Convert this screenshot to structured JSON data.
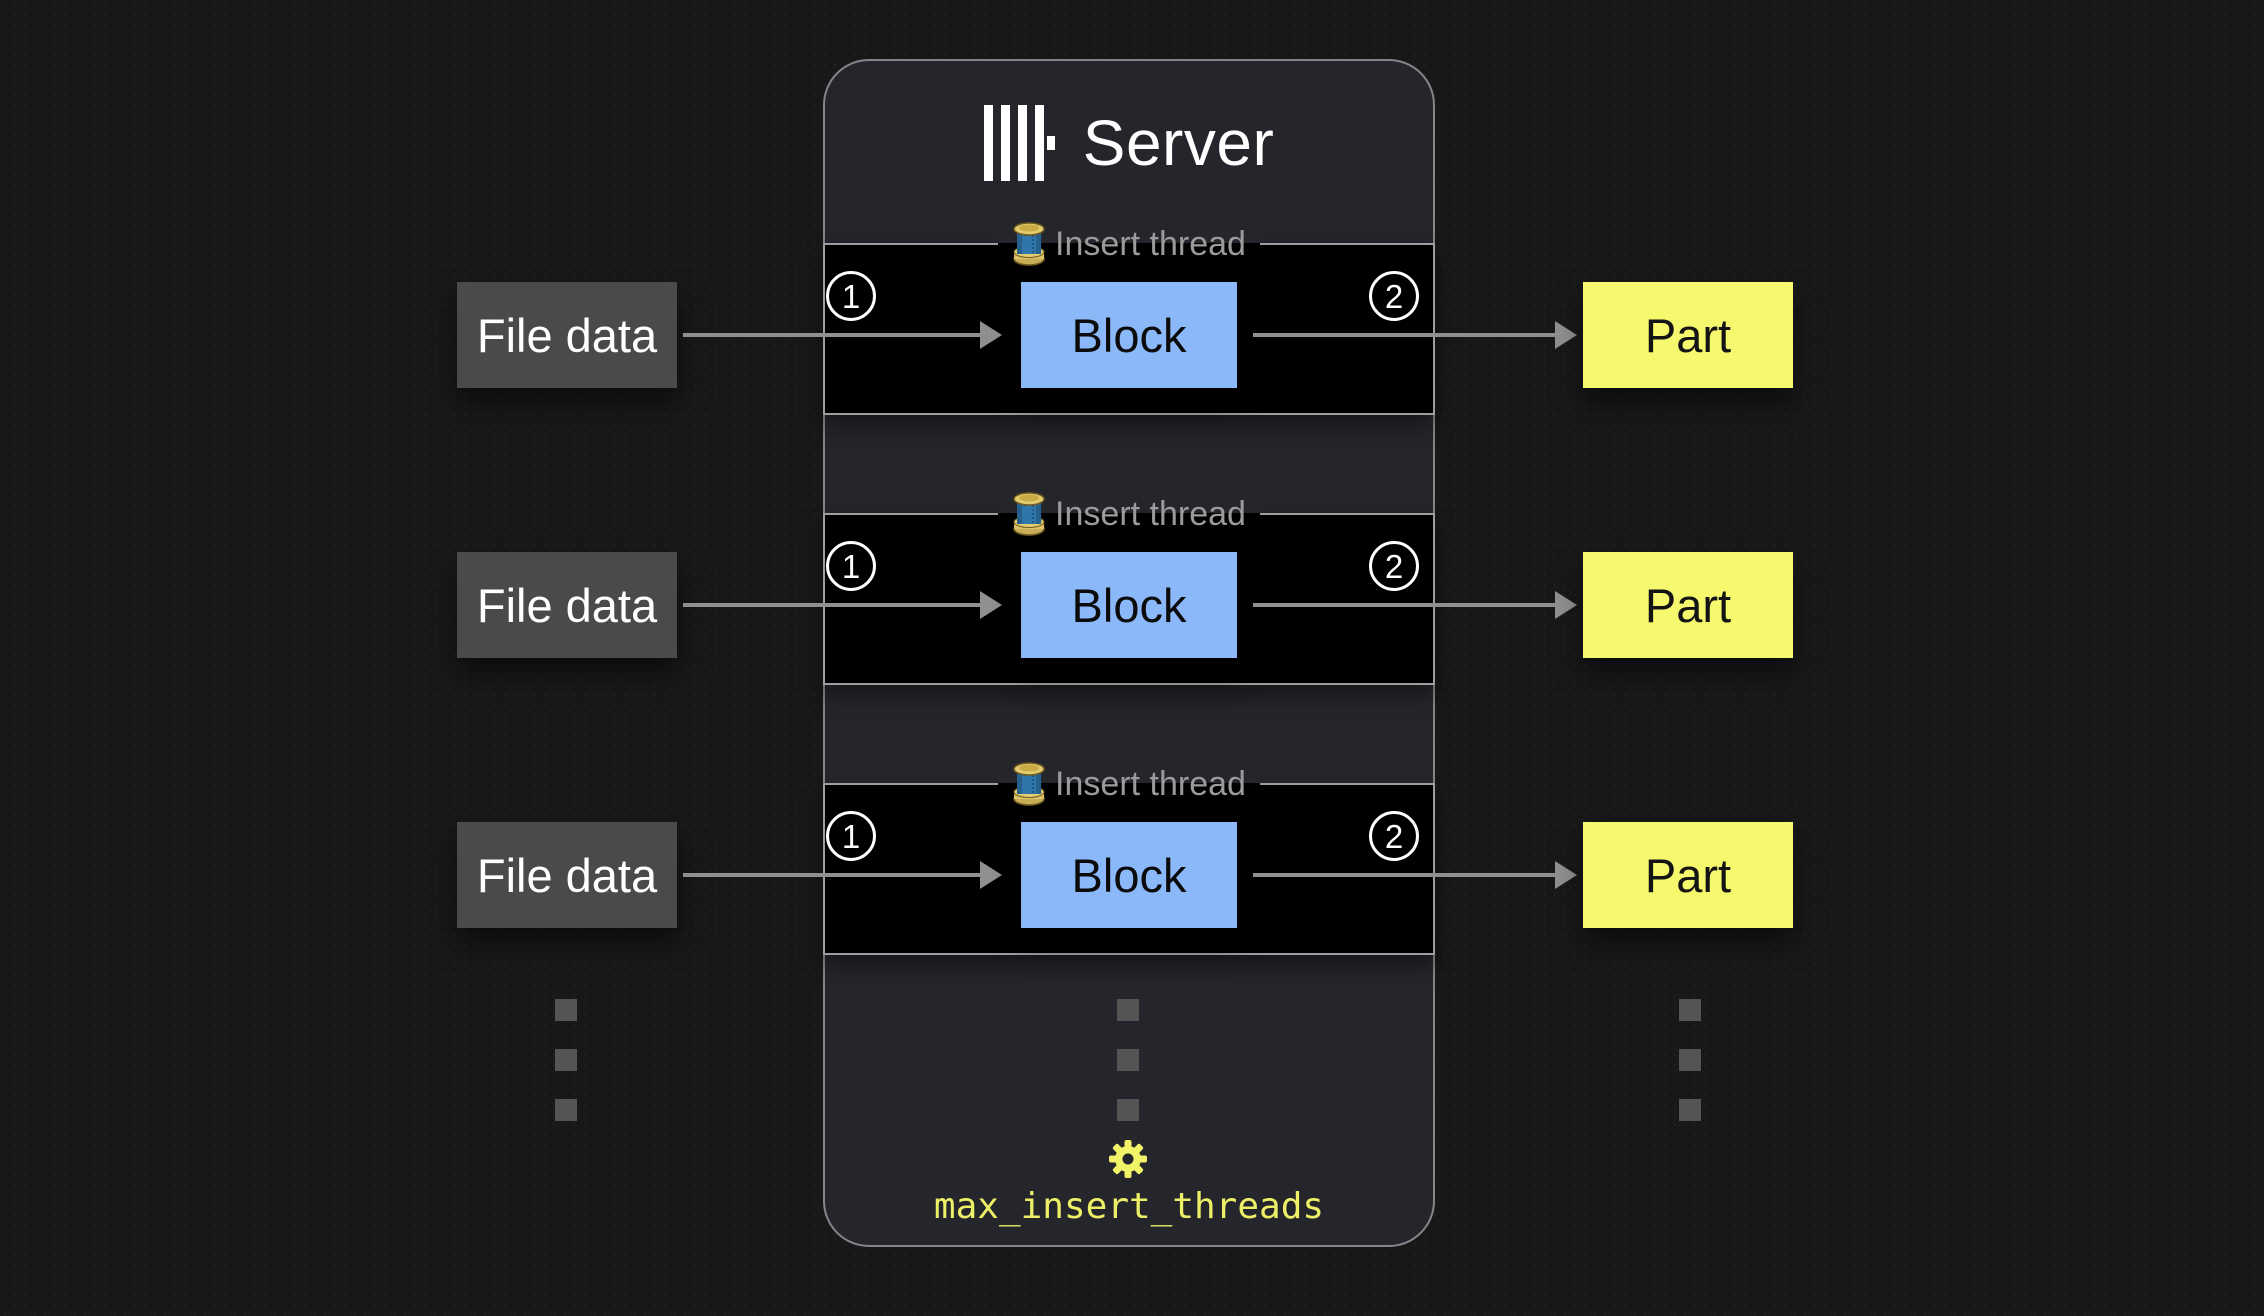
{
  "server": {
    "title": "Server",
    "setting": "max_insert_threads"
  },
  "rows": [
    {
      "source": "File data",
      "step_in": "1",
      "thread_label": "Insert thread",
      "block": "Block",
      "step_out": "2",
      "target": "Part"
    },
    {
      "source": "File data",
      "step_in": "1",
      "thread_label": "Insert thread",
      "block": "Block",
      "step_out": "2",
      "target": "Part"
    },
    {
      "source": "File data",
      "step_in": "1",
      "thread_label": "Insert thread",
      "block": "Block",
      "step_out": "2",
      "target": "Part"
    }
  ],
  "colors": {
    "canvas_bg": "#181818",
    "server_bg": "#24262c",
    "panel_bg": "#000000",
    "block_fill": "#8bb8f9",
    "part_fill": "#f6f86d",
    "source_fill": "#4a4a4c",
    "accent_yellow": "#edf066",
    "arrow_gray": "#8f9091",
    "label_gray": "#9b9b9c"
  }
}
